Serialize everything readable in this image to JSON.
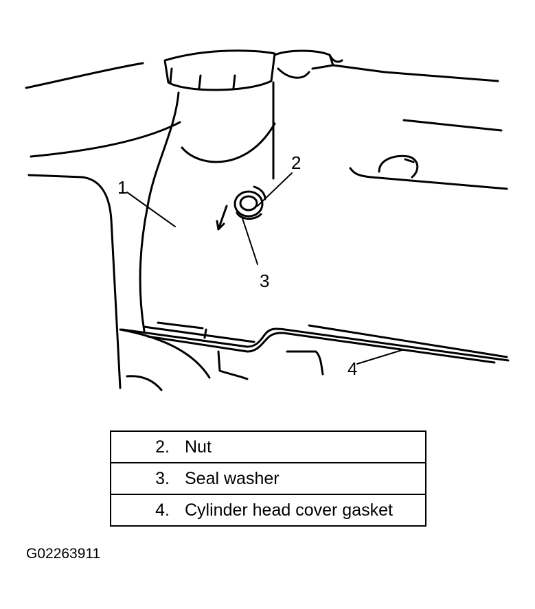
{
  "callouts": {
    "c1": "1",
    "c2": "2",
    "c3": "3",
    "c4": "4"
  },
  "legend": {
    "rows": [
      {
        "number": "2.",
        "label": "Nut"
      },
      {
        "number": "3.",
        "label": "Seal washer"
      },
      {
        "number": "4.",
        "label": "Cylinder head cover gasket"
      }
    ]
  },
  "figure_id": "G02263911"
}
